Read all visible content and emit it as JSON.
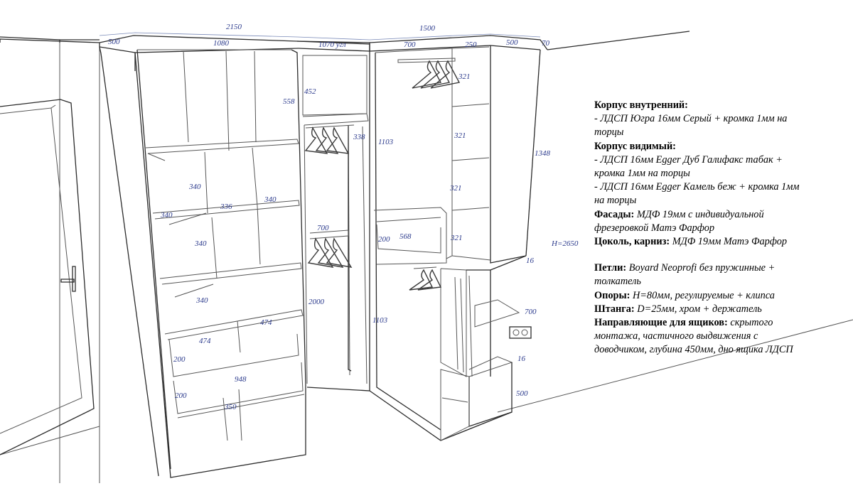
{
  "dimensions": {
    "top_left_depth": "500",
    "total_left_width": "2150",
    "left_upper_width": "1080",
    "corner_width": "1070 угл",
    "total_right_width": "1500",
    "right_upper_width": "700",
    "right_shelf_width": "250",
    "far_right_depth": "500",
    "cornice": "70",
    "upper_shelf_h": "558",
    "corner_top_h": "452",
    "corner_rail_h": "338",
    "corner_upper_h": "1103",
    "shelf_a": "340",
    "shelf_b": "336",
    "shelf_c": "340",
    "shelf_d": "340",
    "shelf_e": "340",
    "shelf_f": "340",
    "rail_width": "700",
    "corner_lower_h": "2000",
    "drawer_w1": "474",
    "drawer_w2": "474",
    "drawer_h1": "200",
    "drawer_total_w": "948",
    "drawer_h2": "200",
    "bottom_shelf_h": "350",
    "right_lower_h": "1103",
    "right_drawer_h": "200",
    "right_drawer_w": "568",
    "side_shelf_1": "321",
    "side_shelf_2": "321",
    "side_shelf_3": "321",
    "side_shelf_4": "321",
    "side_upper_h": "1348",
    "total_height": "H=2650",
    "side_board_1": "16",
    "side_shelf_w": "700",
    "side_board_2": "16",
    "side_lower_h": "500"
  },
  "spec": {
    "inner_body_title": "Корпус внутренний:",
    "inner_body_line1": "- ЛДСП Югра 16мм Серый + кромка 1мм на",
    "inner_body_line2": "торцы",
    "visible_body_title": "Корпус видимый:",
    "visible_line1": "- ЛДСП 16мм Egger Дуб Галифакс табак +",
    "visible_line2": "кромка 1мм на торцы",
    "visible_line3": "- ЛДСП 16мм Egger Камель беж + кромка 1мм",
    "visible_line4": "на торцы",
    "facades_title": "Фасады:",
    "facades_line1": " МДФ 19мм с индивидуальной",
    "facades_line2": "фрезеровкой Матэ Фарфор",
    "plinth_title": "Цоколь, карниз:",
    "plinth_value": " МДФ 19мм Матэ Фарфор",
    "hinges_title": "Петли:",
    "hinges_line1": " Boyard Neoprofi без пружинные +",
    "hinges_line2": "толкатель",
    "supports_title": "Опоры:",
    "supports_value": " H=80мм, регулируемые + клипса",
    "rod_title": "Штанга:",
    "rod_value": " D=25мм, хром + держатель",
    "guides_title": "Направляющие для ящиков:",
    "guides_line1": " скрытого",
    "guides_line2": "монтажа, частичного выдвижения с",
    "guides_line3": "доводчиком, глубина 450мм, дно ящика ЛДСП"
  }
}
